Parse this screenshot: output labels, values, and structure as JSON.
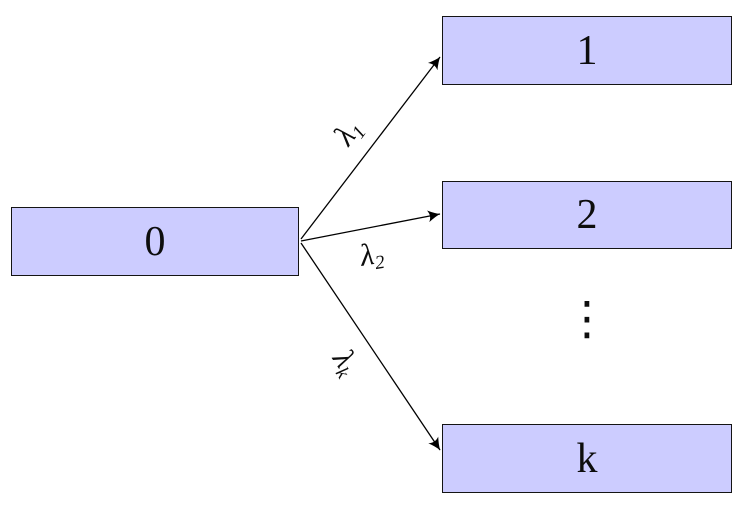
{
  "diagram": {
    "type": "state-transition-diagram",
    "colors": {
      "background": "#ffffff",
      "node_fill": "#ccccff",
      "node_border": "#141414",
      "edge_color": "#000000"
    },
    "source_node": {
      "label": "0"
    },
    "target_nodes": [
      {
        "label": "1"
      },
      {
        "label": "2"
      },
      {
        "label": "k"
      }
    ],
    "edges": [
      {
        "from": "0",
        "to": "1",
        "rate_base": "λ",
        "rate_sub": "1"
      },
      {
        "from": "0",
        "to": "2",
        "rate_base": "λ",
        "rate_sub": "2"
      },
      {
        "from": "0",
        "to": "k",
        "rate_base": "λ",
        "rate_sub": "k"
      }
    ],
    "ellipsis": "⋮"
  }
}
